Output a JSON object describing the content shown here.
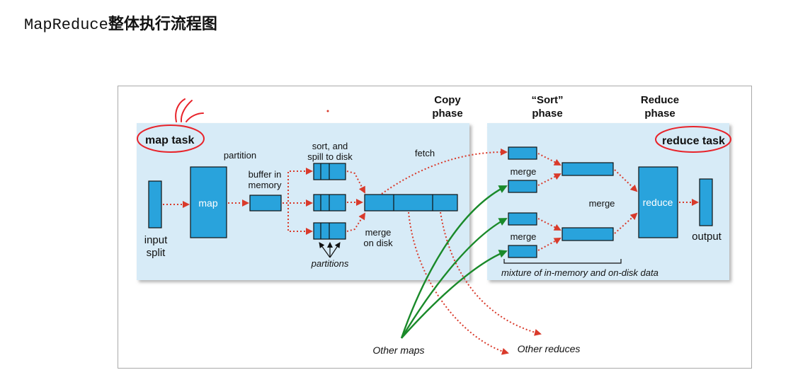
{
  "page": {
    "title_code": "MapReduce",
    "title_cn": "整体执行流程图"
  },
  "diagram": {
    "phases": {
      "copy": [
        "Copy",
        "phase"
      ],
      "sort": [
        "“Sort”",
        "phase"
      ],
      "reduce": [
        "Reduce",
        "phase"
      ]
    },
    "map_panel": {
      "title": "map task",
      "input_split": [
        "input",
        "split"
      ],
      "map_box": "map",
      "partition_label": "partition",
      "buffer_label": [
        "buffer in",
        "memory"
      ],
      "sort_spill_label": [
        "sort, and",
        "spill to disk"
      ],
      "partitions_label": "partitions",
      "merge_on_disk_label": [
        "merge",
        "on disk"
      ],
      "fetch_label": "fetch"
    },
    "reduce_panel": {
      "title": "reduce task",
      "merge_label_1": "merge",
      "merge_label_2": "merge",
      "merge_label_3": "merge",
      "reduce_box": "reduce",
      "output_label": "output",
      "mixture_label": "mixture of in-memory and on-disk data"
    },
    "other_maps": "Other maps",
    "other_reduces": "Other reduces",
    "colors": {
      "panel_bg": "#d7ebf7",
      "box_fill": "#29a3dc",
      "arrow_red": "#d93a2b",
      "arrow_green": "#1a8a2a",
      "annotation_red": "#e8232a"
    }
  }
}
